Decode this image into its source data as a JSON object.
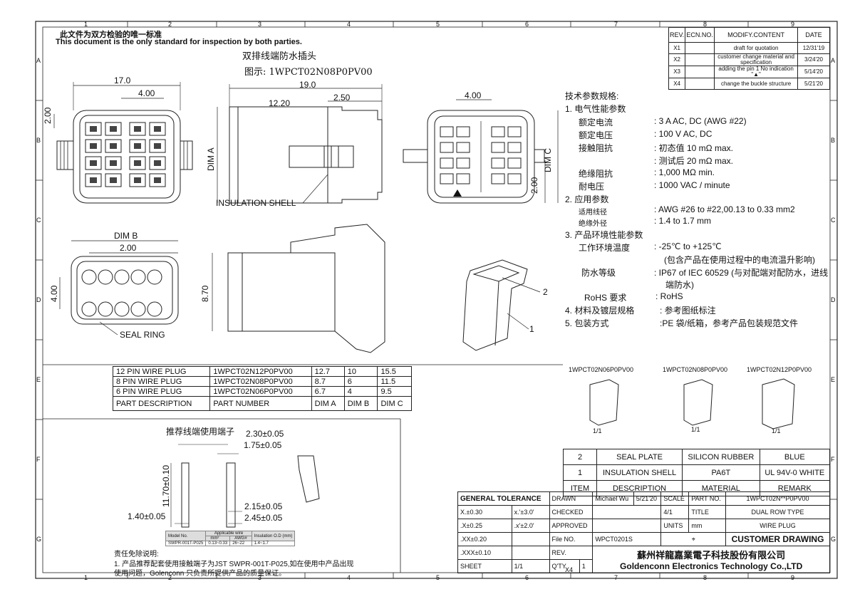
{
  "grid": {
    "cols": [
      "1",
      "2",
      "3",
      "4",
      "5",
      "6",
      "7",
      "8",
      "9"
    ],
    "rows": [
      "A",
      "B",
      "C",
      "D",
      "E",
      "F",
      "G"
    ]
  },
  "header": {
    "cn": "此文件为双方检验的唯一标准",
    "en": "This document is the only standard for inspection by both parties.",
    "title_cn": "双排线端防水插头",
    "figure": "图示: 1WPCT02N08P0PV00"
  },
  "revisions": {
    "headers": [
      "REV.",
      "ECN.NO.",
      "MODIFY.CONTENT",
      "DATE"
    ],
    "rows": [
      {
        "rev": "X1",
        "ecn": "",
        "content": "draft for quotation",
        "date": "12/31'19"
      },
      {
        "rev": "X2",
        "ecn": "",
        "content": "customer change material and specification",
        "date": "3/24'20"
      },
      {
        "rev": "X3",
        "ecn": "",
        "content": "adding the pin 1 No indication \"▲\"",
        "date": "5/14'20"
      },
      {
        "rev": "X4",
        "ecn": "",
        "content": "change the buckle structure",
        "date": "5/21'20"
      }
    ]
  },
  "dims": {
    "d17": "17.0",
    "d4a": "4.00",
    "d2a": "2.00",
    "d19": "19.0",
    "d1220": "12.20",
    "d250": "2.50",
    "dima": "DIM A",
    "d4b": "4.00",
    "dimc": "DIM C",
    "d2b": "2.00",
    "dimb": "DIM B",
    "d2c": "2.00",
    "d4c": "4.00",
    "d870": "8.70"
  },
  "labels": {
    "insulation_shell": "INSULATION SHELL",
    "seal_ring": "SEAL RING",
    "callout1": "1",
    "callout2": "2"
  },
  "specs": {
    "title": "技术参数规格:",
    "s1": "1. 电气性能参数",
    "rows1": [
      {
        "k": "额定电流",
        "v": ": 3 A AC, DC (AWG #22)"
      },
      {
        "k": "额定电压",
        "v": ": 100 V AC, DC"
      },
      {
        "k": "接触阻抗",
        "v": ": 初态值 10 mΩ max."
      },
      {
        "k": "",
        "v": ": 测试后 20 mΩ max."
      },
      {
        "k": "绝缘阻抗",
        "v": ": 1,000 MΩ min."
      },
      {
        "k": "耐电压",
        "v": ": 1000 VAC / minute"
      }
    ],
    "s2": "2. 应用参数",
    "rows2": [
      {
        "k": "适用线径",
        "v": ":  AWG #26 to #22,00.13 to 0.33 mm2"
      },
      {
        "k": "绝缘外径",
        "v": ":  1.4 to 1.7 mm"
      }
    ],
    "s3": "3. 产品环境性能参数",
    "temp_k": "工作环境温度",
    "temp_v": ": -25℃ to +125℃",
    "temp_note": "(包含产品在使用过程中的电流温升影响)",
    "ip_k": "防水等级",
    "ip_v": ": IP67 of IEC 60529 (与对配端对配防水，进线",
    "ip_v2": "端防水)",
    "rohs_k": "RoHS 要求",
    "rohs_v": ": RoHS",
    "s4": "4. 材料及镀层规格",
    "s4v": ":  参考图纸标注",
    "s5": "5. 包装方式",
    "s5v": ":PE 袋/纸箱，参考产品包装规范文件"
  },
  "part_table": {
    "rows": [
      [
        "12 PIN WIRE PLUG",
        "1WPCT02N12P0PV00",
        "12.7",
        "10",
        "15.5"
      ],
      [
        "8 PIN WIRE PLUG",
        "1WPCT02N08P0PV00",
        "8.7",
        "6",
        "11.5"
      ],
      [
        "6 PIN WIRE PLUG",
        "1WPCT02N06P0PV00",
        "6.7",
        "4",
        "9.5"
      ]
    ],
    "header": [
      "PART DESCRIPTION",
      "PART NUMBER",
      "DIM A",
      "DIM B",
      "DIM C"
    ]
  },
  "variants": [
    {
      "pn": "1WPCT02N06P0PV00",
      "scale": "1/1"
    },
    {
      "pn": "1WPCT02N08P0PV00",
      "scale": "1/1"
    },
    {
      "pn": "1WPCT02N12P0PV00",
      "scale": "1/1"
    }
  ],
  "terminal": {
    "title": "推荐线端使用端子",
    "d1": "2.30±0.05",
    "d2": "1.75±0.05",
    "d3": "11.70±0.10",
    "d4": "1.40±0.05",
    "d5": "2.15±0.05",
    "d6": "2.45±0.05",
    "mini_table": {
      "h1": "Model No.",
      "h2": "Applicable wire",
      "h2a": "mm²",
      "h2b": "AWG#",
      "h3": "Insulation O.D (mm)",
      "row": [
        "SWPR-001T-P025",
        "0.13~0.33",
        "26~22",
        "1.4~1.7"
      ]
    },
    "disclaimer_title": "责任免除说明:",
    "disclaimer1": "1. 产品推荐配套使用接触端子为JST SWPR-001T-P025,如在使用中产品出现",
    "disclaimer2": "使用问题，Golenconn 只负责所提供产品的质量保证。"
  },
  "materials": {
    "rows": [
      [
        "2",
        "SEAL PLATE",
        "SILICON RUBBER",
        "BLUE"
      ],
      [
        "1",
        "INSULATION SHELL",
        "PA6T",
        "UL 94V-0 WHITE"
      ],
      [
        "ITEM",
        "DESCRIPTION",
        "MATERIAL",
        "REMARK"
      ]
    ]
  },
  "title_block": {
    "general_tolerance": "GENERAL TOLERANCE",
    "tol": [
      [
        "X.±0.30",
        "x.'±3.0'"
      ],
      [
        ".X±0.25",
        ".x'±2.0'"
      ],
      [
        ".XX±0.20",
        ""
      ],
      [
        ".XXX±0.10",
        ""
      ]
    ],
    "drawn": "DRAWN",
    "drawn_by": "Michael Wu",
    "drawn_date": "5/21'20",
    "checked": "CHECKED",
    "approved": "APPROVED",
    "scale": "SCALE",
    "scale_v": "4/1",
    "part_no": "PART NO.",
    "part_no_v": "1WPCT02N**P0PV00",
    "title": "TITLE",
    "title_v1": "DUAL ROW TYPE",
    "title_v2": "WIRE PLUG",
    "units": "UNITS",
    "units_v": "mm",
    "file_no": "File NO.",
    "file_no_v": "WPCT0201S",
    "customer": "CUSTOMER DRAWING",
    "rev": "REV.",
    "rev_v": "X4",
    "sheet": "SHEET",
    "sheet_v": "1/1",
    "qty": "Q'TY",
    "qty_v": "1",
    "company_cn": "蘇州祥龍嘉業電子科技股份有限公司",
    "company_en": "Goldenconn Electronics Technology Co.,LTD"
  }
}
